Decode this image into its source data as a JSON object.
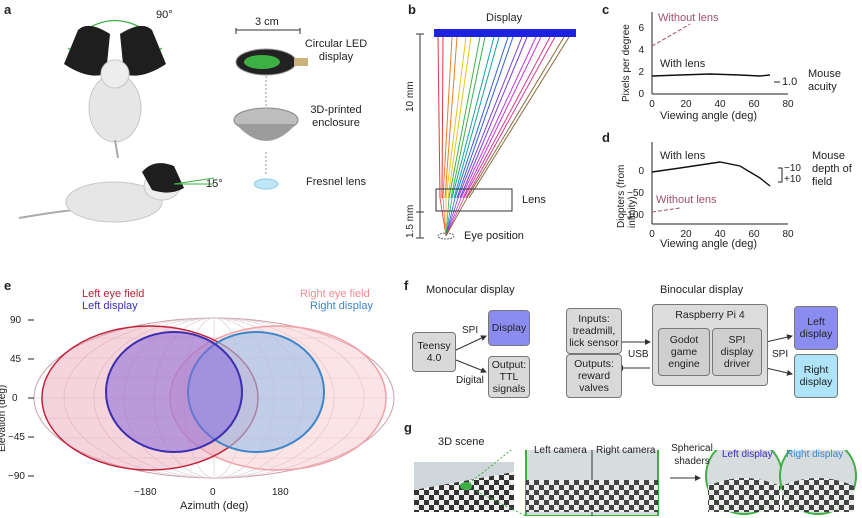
{
  "panels": {
    "a": {
      "label": "a",
      "angle_top": "90°",
      "angle_side": "15°",
      "scale": "3 cm",
      "parts": [
        "Circular LED display",
        "3D-printed enclosure",
        "Fresnel lens"
      ]
    },
    "b": {
      "label": "b",
      "display": "Display",
      "dim_top": "10 mm",
      "dim_bottom": "1.5 mm",
      "lens": "Lens",
      "eye": "Eye position",
      "ray_colors": [
        "#e23a3a",
        "#f07f22",
        "#e8c520",
        "#3fb34a",
        "#1aa0a0",
        "#2f63d6",
        "#7a3ed6",
        "#c23ad6",
        "#d63a8a",
        "#8a6a3a"
      ]
    },
    "c": {
      "label": "c",
      "ylabel": "Pixels per degree",
      "xlabel": "Viewing angle (deg)",
      "without_lens": "Without lens",
      "with_lens": "With lens",
      "mouse": "Mouse acuity",
      "mouse_value": "1.0",
      "yticks": [
        "0",
        "2",
        "4",
        "6"
      ],
      "xticks": [
        "0",
        "20",
        "40",
        "60",
        "80"
      ]
    },
    "d": {
      "label": "d",
      "ylabel": "Diopters (from infinity)",
      "xlabel": "Viewing angle (deg)",
      "with_lens": "With lens",
      "without_lens": "Without lens",
      "mouse": "Mouse depth of field",
      "mouse_m10": "−10",
      "mouse_p10": "+10",
      "yticks": [
        "0",
        "−50",
        "−100"
      ],
      "xticks": [
        "0",
        "20",
        "40",
        "60",
        "80"
      ]
    },
    "e": {
      "label": "e",
      "left_eye": "Left eye field",
      "left_display": "Left display",
      "right_eye": "Right eye field",
      "right_display": "Right display",
      "ylabel": "Elevation (deg)",
      "xlabel": "Azimuth (deg)",
      "yticks": [
        "90",
        "45",
        "0",
        "−45",
        "−90"
      ],
      "xticks": [
        "−180",
        "0",
        "180"
      ]
    },
    "f": {
      "label": "f",
      "mono_title": "Monocular display",
      "bino_title": "Binocular display",
      "teensy": "Teensy 4.0",
      "spi": "SPI",
      "digital": "Digital",
      "display": "Display",
      "output_ttl": "Output: TTL signals",
      "inputs": "Inputs: treadmill, lick sensor",
      "outputs": "Outputs: reward valves",
      "usb": "USB",
      "rpi": "Raspberry Pi 4",
      "godot": "Godot game engine",
      "spi_driver": "SPI display driver",
      "spi2": "SPI",
      "left_display": "Left display",
      "right_display": "Right display"
    },
    "g": {
      "label": "g",
      "scene": "3D scene",
      "left_camera": "Left camera",
      "right_camera": "Right camera",
      "shaders": "Spherical shaders",
      "left_display": "Left display",
      "right_display": "Right display"
    }
  },
  "colors": {
    "left_eye": "#c0233a",
    "left_display": "#3b2fb0",
    "right_eye": "#f0a0a6",
    "right_display": "#3d86c9",
    "display_bar": "#1d22e0",
    "green": "#3cb043"
  }
}
